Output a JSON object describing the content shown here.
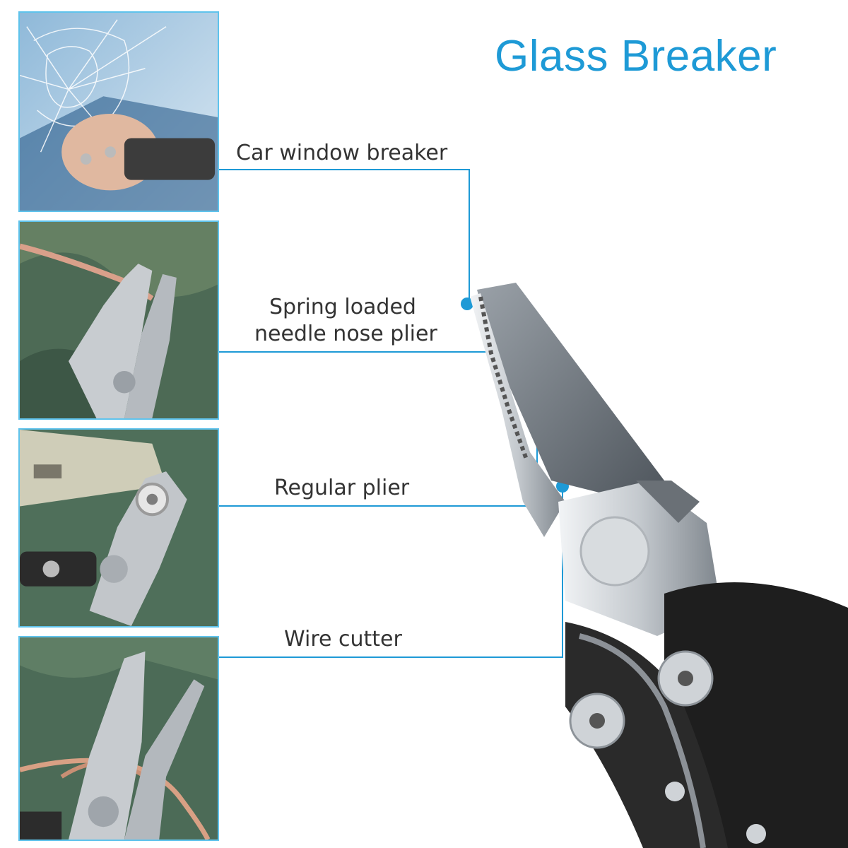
{
  "title": "Glass Breaker",
  "accent_color": "#1e9ad6",
  "features": [
    {
      "label": "Car window breaker"
    },
    {
      "label_line1": "Spring loaded",
      "label_line2": "needle nose plier"
    },
    {
      "label": "Regular plier"
    },
    {
      "label": "Wire cutter"
    }
  ]
}
